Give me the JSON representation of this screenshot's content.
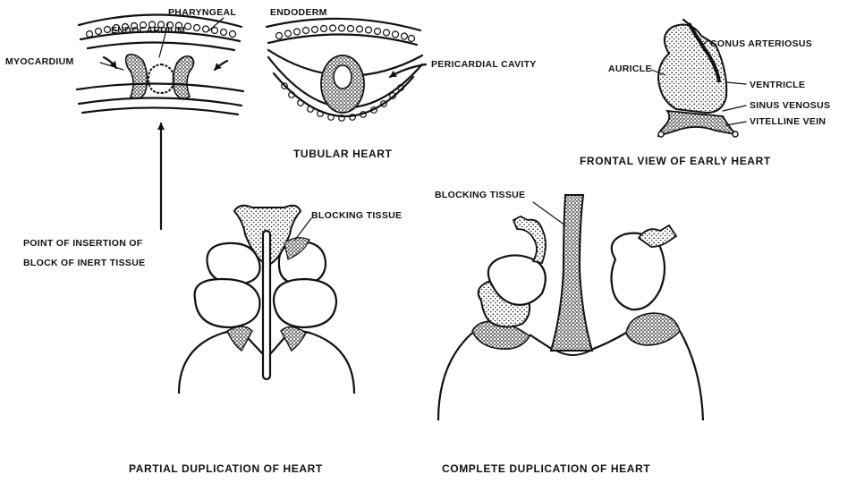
{
  "labels": {
    "pharyngeal": "PHARYNGEAL",
    "endoderm": "ENDODERM",
    "endocardium": "ENDOCARDIUM",
    "myocardium": "MYOCARDIUM",
    "pericardial_cavity": "PERICARDIAL CAVITY",
    "conus_arteriosus": "CONUS ARTERIOSUS",
    "auricle": "AURICLE",
    "ventricle": "VENTRICLE",
    "sinus_venosus": "SINUS VENOSUS",
    "vitelline_vein": "VITELLINE VEIN",
    "blocking_tissue_partial": "BLOCKING TISSUE",
    "blocking_tissue_complete": "BLOCKING TISSUE",
    "insertion_line1": "POINT OF INSERTION OF",
    "insertion_line2": "BLOCK OF INERT TISSUE"
  },
  "captions": {
    "tubular_heart": "TUBULAR HEART",
    "frontal_view": "FRONTAL VIEW OF EARLY HEART",
    "partial_duplication": "PARTIAL DUPLICATION OF HEART",
    "complete_duplication": "COMPLETE DUPLICATION OF HEART"
  },
  "colors": {
    "ink": "#111111",
    "background": "#ffffff"
  }
}
